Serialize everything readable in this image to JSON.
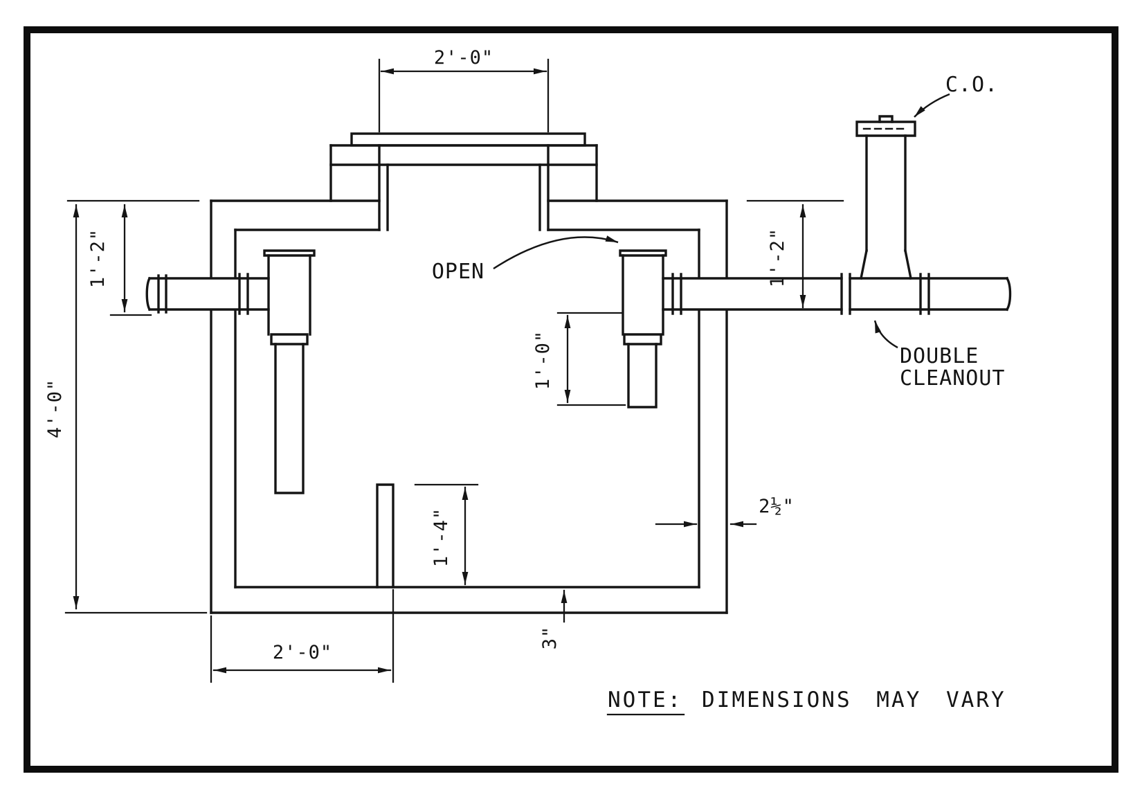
{
  "labels": {
    "open": "OPEN",
    "cleanout_abbrev": "C.O.",
    "double_cleanout_line1": "DOUBLE",
    "double_cleanout_line2": "CLEANOUT"
  },
  "dimensions": {
    "top_opening_width": "2'-0\"",
    "overall_depth": "4'-0\"",
    "inlet_invert_depth": "1'-2\"",
    "outlet_invert_depth": "1'-2\"",
    "outlet_dip_length": "1'-0\"",
    "baffle_height": "1'-4\"",
    "wall_thickness": "2½\"",
    "floor_thickness": "3\"",
    "left_chamber_width": "2'-0\""
  },
  "note": {
    "label": "NOTE:",
    "text": "DIMENSIONS MAY VARY"
  }
}
